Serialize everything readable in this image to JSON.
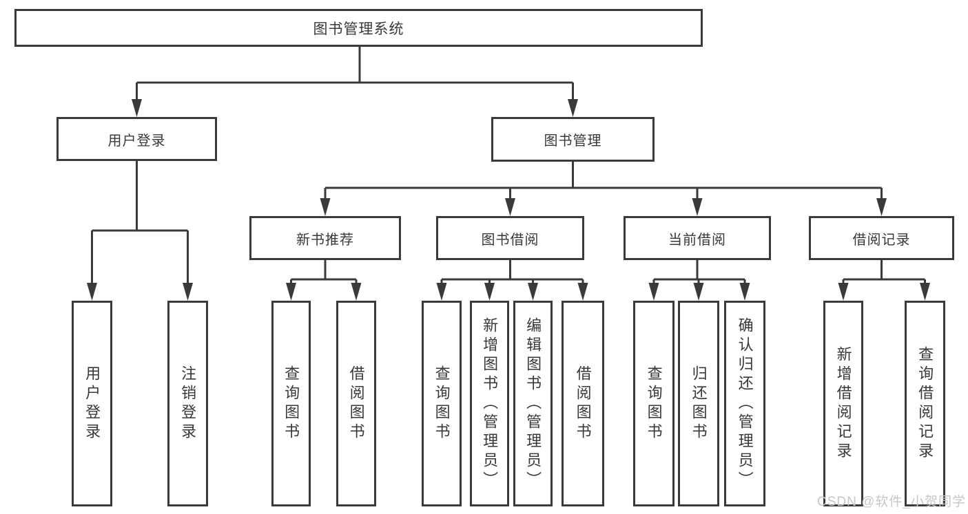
{
  "diagram_title": "图书管理系统",
  "colors": {
    "line": "#3a3a3a",
    "box_border": "#3a3a3a",
    "box_fill": "#ffffff",
    "text": "#383838",
    "watermark": "#c7c7c7",
    "background": "#ffffff"
  },
  "watermark": {
    "text": "CSDN @软件_小贺同学"
  },
  "tree": {
    "label": "图书管理系统",
    "children": [
      {
        "label": "用户登录",
        "children": [
          {
            "label": "用户登录"
          },
          {
            "label": "注销登录"
          }
        ]
      },
      {
        "label": "图书管理",
        "children": [
          {
            "label": "新书推荐",
            "children": [
              {
                "label": "查询图书"
              },
              {
                "label": "借阅图书"
              }
            ]
          },
          {
            "label": "图书借阅",
            "children": [
              {
                "label": "查询图书"
              },
              {
                "label": "新增图书（管理员）"
              },
              {
                "label": "编辑图书（管理员）"
              },
              {
                "label": "借阅图书"
              }
            ]
          },
          {
            "label": "当前借阅",
            "children": [
              {
                "label": "查询图书"
              },
              {
                "label": "归还图书"
              },
              {
                "label": "确认归还（管理员）"
              }
            ]
          },
          {
            "label": "借阅记录",
            "children": [
              {
                "label": "新增借阅记录"
              },
              {
                "label": "查询借阅记录"
              }
            ]
          }
        ]
      }
    ]
  }
}
